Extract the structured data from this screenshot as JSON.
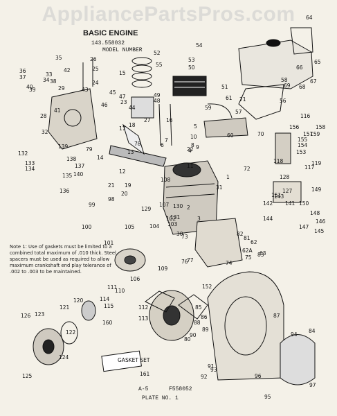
{
  "watermark": "AppliancePartsPros.com",
  "header": {
    "title": "BASIC ENGINE",
    "model_number": "143.558032",
    "model_caption": "MODEL NUMBER"
  },
  "note": "Note 1: Use of gaskets must be limited to a combined total maximum of .010 thick. Steel spacers must be used as required to allow maximum crankshaft end play tolerance of .002 to .003 to be maintained.",
  "footer": {
    "page_ref": "A-5",
    "code": "F558052",
    "plate": "PLATE NO. 1"
  },
  "callouts": [
    "1",
    "2",
    "3",
    "4",
    "5",
    "6",
    "7",
    "8",
    "9",
    "10",
    "11",
    "12",
    "13",
    "14",
    "15",
    "16",
    "17",
    "18",
    "19",
    "20",
    "21",
    "22",
    "23",
    "24",
    "25",
    "26",
    "27",
    "28",
    "29",
    "30",
    "31",
    "32",
    "33",
    "34",
    "35",
    "36",
    "37",
    "38",
    "39",
    "40",
    "41",
    "42",
    "43",
    "44",
    "45",
    "46",
    "47",
    "48",
    "49",
    "50",
    "51",
    "52",
    "53",
    "54",
    "55",
    "56",
    "57",
    "58",
    "59",
    "60",
    "61",
    "62",
    "62A",
    "63",
    "64",
    "65",
    "66",
    "67",
    "68",
    "69",
    "70",
    "71",
    "72",
    "73",
    "74",
    "75",
    "76",
    "77",
    "78",
    "79",
    "80",
    "81",
    "82",
    "83",
    "84",
    "85",
    "86",
    "87",
    "88",
    "89",
    "90",
    "91",
    "92",
    "93",
    "94",
    "95",
    "96",
    "97",
    "98",
    "99",
    "100",
    "101",
    "102",
    "103",
    "104",
    "105",
    "106",
    "107",
    "108",
    "109",
    "110",
    "111",
    "112",
    "113",
    "114",
    "115",
    "116",
    "117",
    "118",
    "119",
    "120",
    "121",
    "122",
    "123",
    "124",
    "125",
    "126",
    "127",
    "128",
    "129",
    "130",
    "131",
    "132",
    "133",
    "134",
    "135",
    "136",
    "137",
    "138",
    "139",
    "140",
    "141",
    "142",
    "143",
    "144",
    "145",
    "146",
    "147",
    "148",
    "149",
    "150",
    "151",
    "152",
    "153",
    "154",
    "155",
    "156",
    "157",
    "158",
    "159",
    "160",
    "161"
  ],
  "gasket_pack_label": "GASKET SET"
}
